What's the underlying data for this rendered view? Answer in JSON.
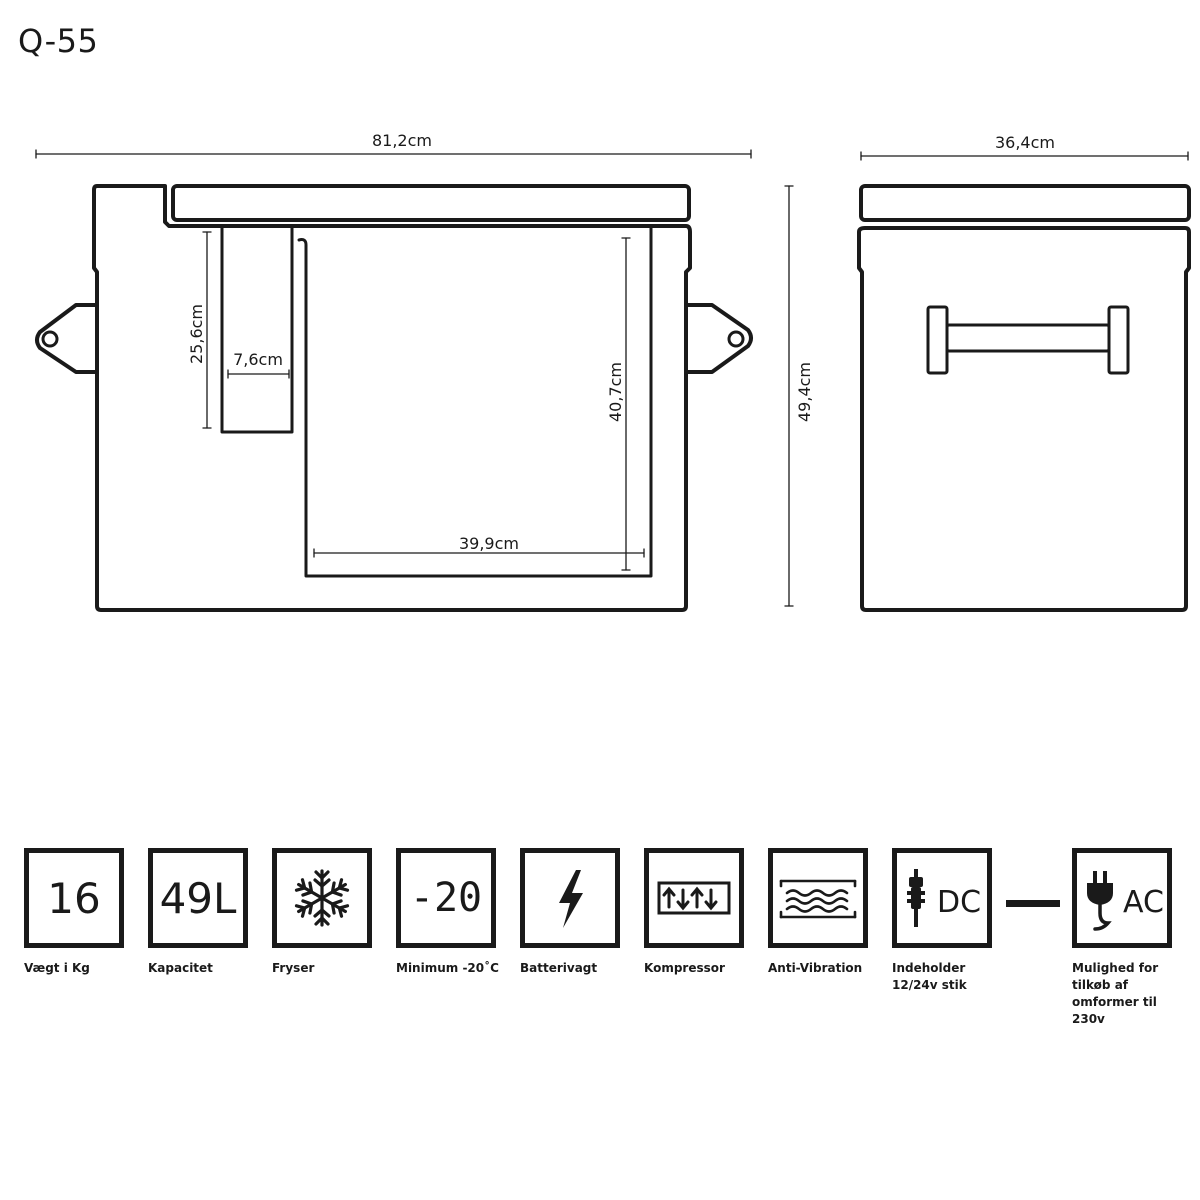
{
  "title": "Q-55",
  "dimensions": {
    "total_width": "81,2cm",
    "depth": "36,4cm",
    "height": "49,4cm",
    "small_compartment_height": "25,6cm",
    "small_compartment_width": "7,6cm",
    "main_compartment_height": "40,7cm",
    "main_compartment_width": "39,9cm"
  },
  "features": [
    {
      "value": "16",
      "label": "Vægt i Kg",
      "icon": "weight-value"
    },
    {
      "value": "49L",
      "label": "Kapacitet",
      "icon": "capacity-value"
    },
    {
      "value": "",
      "label": "Fryser",
      "icon": "snowflake-icon"
    },
    {
      "value": "-20",
      "label": "Minimum -20˚C",
      "icon": "temperature-value"
    },
    {
      "value": "",
      "label": "Batterivagt",
      "icon": "lightning-icon"
    },
    {
      "value": "",
      "label": "Kompressor",
      "icon": "compressor-icon"
    },
    {
      "value": "",
      "label": "Anti-Vibration",
      "icon": "waves-icon"
    },
    {
      "value": "DC",
      "label": "Indeholder\n12/24v stik",
      "icon": "car-plug-icon"
    },
    {
      "value": "AC",
      "label": "Mulighed for\ntilkøb af\nomformer til\n230v",
      "icon": "wall-plug-icon"
    }
  ],
  "colors": {
    "ink": "#1a1a1a",
    "background": "#ffffff"
  }
}
